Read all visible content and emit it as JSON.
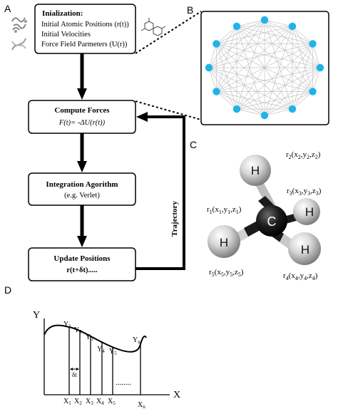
{
  "panels": {
    "a": "A",
    "b": "B",
    "c": "C",
    "d": "D"
  },
  "flowchart": {
    "init": {
      "title": "Inialization:",
      "line1": "Initial Atomic Positions (r(t))",
      "line2": "Initial Velocities",
      "line3": "Force Field Parmeters (U(r))"
    },
    "forces": {
      "title": "Compute Forces",
      "equation": "F(t)= -ΔU(r(t))"
    },
    "integration": {
      "title": "Integration Agorithm",
      "subtitle": "(e.g. Verlet)"
    },
    "update": {
      "title": "Update Positions",
      "subtitle": "r(t+δt)....."
    },
    "loop_label": "Trajectory"
  },
  "network": {
    "node_count": 12,
    "node_color": "#1fb3ea"
  },
  "molecule": {
    "center": "C",
    "hydrogen": "H",
    "r1": {
      "base": "r",
      "sub": "1",
      "coords": "(x1,y1,z1)"
    },
    "r2": {
      "base": "r",
      "sub": "2",
      "coords": "(x2,y2,z2)"
    },
    "r3": {
      "base": "r",
      "sub": "3",
      "coords": "(x3,y3,z3)"
    },
    "r4": {
      "base": "r",
      "sub": "4",
      "coords": "(x4,y4,z4)"
    },
    "r5": {
      "base": "r",
      "sub": "5",
      "coords": "(x5,y5,z5)"
    }
  },
  "integration_plot": {
    "y_axis": "Y",
    "x_axis": "X",
    "y_labels": [
      "Y1",
      "Y2",
      "Y3",
      "Y4",
      "Y5",
      "Yn"
    ],
    "x_labels": [
      "X1",
      "X2",
      "X3",
      "X4",
      "X5",
      "Xn"
    ],
    "step_label": "δt",
    "ellipsis": "........"
  }
}
